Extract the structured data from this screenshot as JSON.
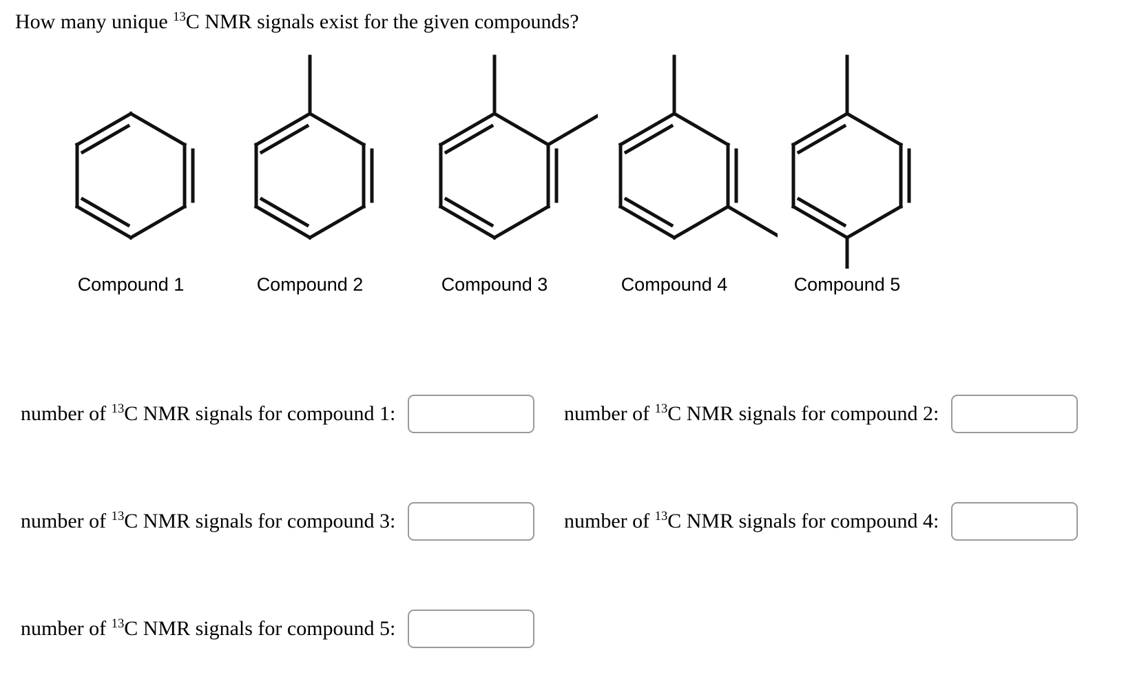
{
  "question": {
    "text_before_sup": "How many unique ",
    "superscript": "13",
    "text_after_sup": "C NMR signals exist for the given compounds?"
  },
  "structures": [
    {
      "label": "Compound 1",
      "name": "benzene",
      "substituent_vertices": []
    },
    {
      "label": "Compound 2",
      "name": "toluene",
      "substituent_vertices": [
        "top"
      ]
    },
    {
      "label": "Compound 3",
      "name": "ortho-xylene",
      "substituent_vertices": [
        "top",
        "upper-right"
      ]
    },
    {
      "label": "Compound 4",
      "name": "meta-xylene",
      "substituent_vertices": [
        "top",
        "lower-right"
      ]
    },
    {
      "label": "Compound 5",
      "name": "para-xylene",
      "substituent_vertices": [
        "top",
        "bottom"
      ]
    }
  ],
  "answers": [
    {
      "prefix": "number of ",
      "superscript": "13",
      "suffix": "C NMR signals for compound 1:",
      "value": "",
      "placeholder": ""
    },
    {
      "prefix": "number of ",
      "superscript": "13",
      "suffix": "C NMR signals for compound 2:",
      "value": "",
      "placeholder": ""
    },
    {
      "prefix": "number of ",
      "superscript": "13",
      "suffix": "C NMR signals for compound 3:",
      "value": "",
      "placeholder": ""
    },
    {
      "prefix": "number of ",
      "superscript": "13",
      "suffix": "C NMR signals for compound 4:",
      "value": "",
      "placeholder": ""
    },
    {
      "prefix": "number of ",
      "superscript": "13",
      "suffix": "C NMR signals for compound 5:",
      "value": "",
      "placeholder": ""
    }
  ],
  "colors": {
    "background": "#ffffff",
    "text": "#000000",
    "bond_stroke": "#111111",
    "input_border": "#9a9a9a"
  }
}
